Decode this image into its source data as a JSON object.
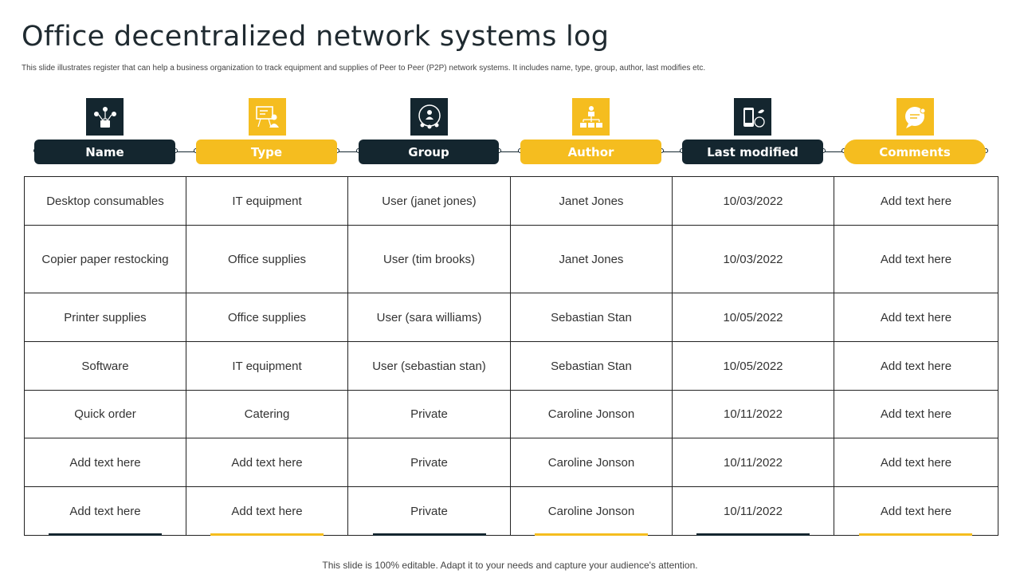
{
  "title": "Office decentralized network systems log",
  "subtitle": "This slide illustrates register that can help a business organization to track equipment and supplies of Peer to Peer (P2P)  network systems. It includes name, type, group, author, last modifies etc.",
  "colors": {
    "dark": "#14262f",
    "yellow": "#f5bd1f"
  },
  "columns": [
    {
      "label": "Name",
      "icon": "team-briefcase-icon"
    },
    {
      "label": "Type",
      "icon": "presentation-board-icon"
    },
    {
      "label": "Group",
      "icon": "user-group-icon"
    },
    {
      "label": "Author",
      "icon": "org-chart-icon"
    },
    {
      "label": "Last modified",
      "icon": "mobile-leaf-icon"
    },
    {
      "label": "Comments",
      "icon": "chat-bubble-icon"
    }
  ],
  "rows": [
    [
      "Desktop consumables",
      "IT equipment",
      "User (janet jones)",
      "Janet Jones",
      "10/03/2022",
      "Add text here"
    ],
    [
      "Copier paper restocking",
      "Office supplies",
      "User (tim brooks)",
      "Janet Jones",
      "10/03/2022",
      "Add text here"
    ],
    [
      "Printer supplies",
      "Office supplies",
      "User (sara williams)",
      "Sebastian Stan",
      "10/05/2022",
      "Add text here"
    ],
    [
      "Software",
      "IT equipment",
      "User (sebastian stan)",
      "Sebastian Stan",
      "10/05/2022",
      "Add text here"
    ],
    [
      "Quick order",
      "Catering",
      "Private",
      "Caroline Jonson",
      "10/11/2022",
      "Add text here"
    ],
    [
      "Add text here",
      "Add text here",
      "Private",
      "Caroline Jonson",
      "10/11/2022",
      "Add text here"
    ],
    [
      "Add text here",
      "Add text here",
      "Private",
      "Caroline Jonson",
      "10/11/2022",
      "Add text here"
    ]
  ],
  "footer": "This slide is 100% editable. Adapt it to your needs and capture your audience's attention."
}
